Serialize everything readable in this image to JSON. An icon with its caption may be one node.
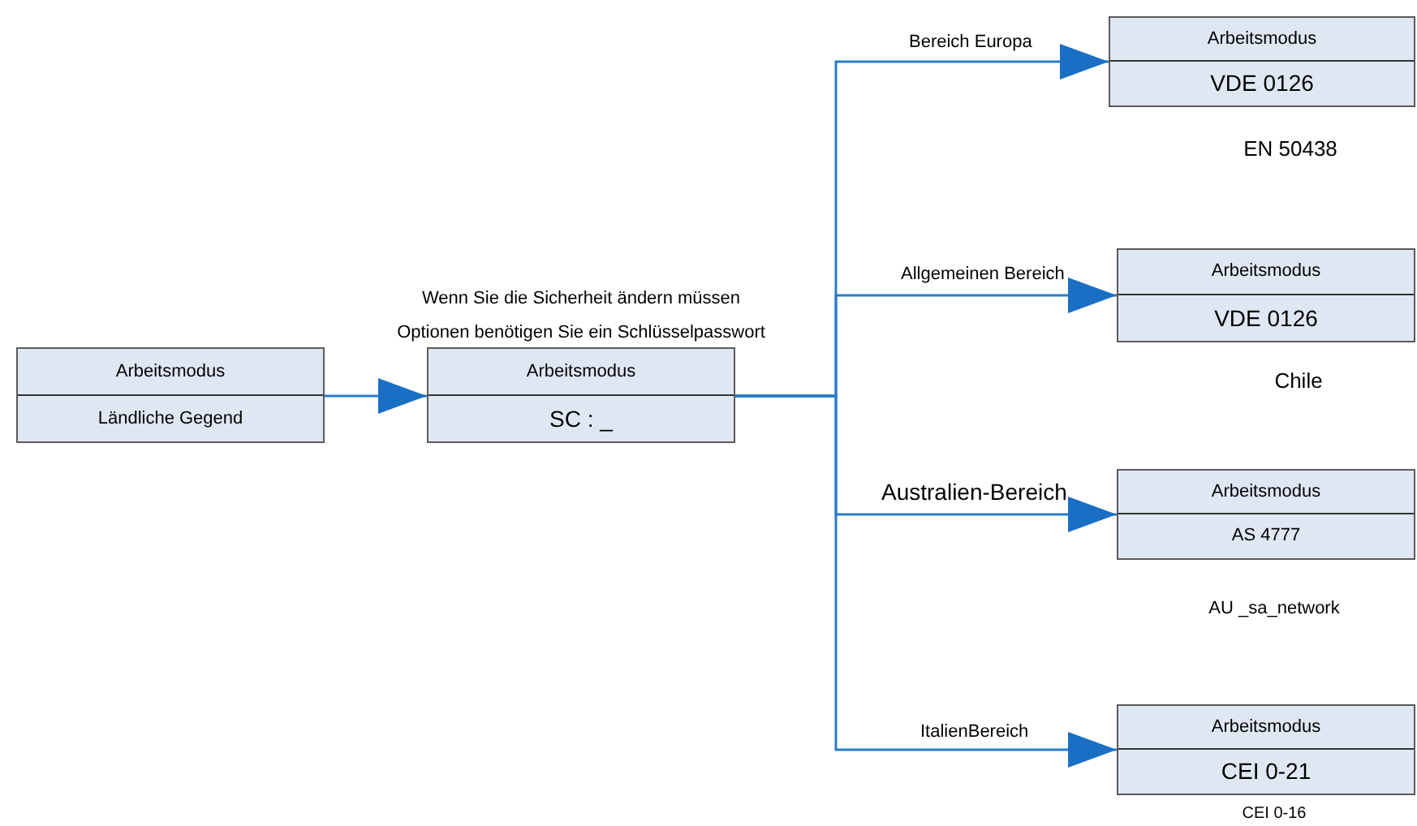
{
  "diagram": {
    "nodes": [
      {
        "text": [
          "Arbeitsmodus",
          "Ländliche Gegend"
        ]
      },
      {
        "text": [
          "Arbeitsmodus",
          "SC : _"
        ],
        "beside": [
          "Wenn Sie die Sicherheit ändern müssen",
          "Optionen benötigen Sie ein Schlüsselpasswort"
        ]
      },
      {
        "text": [
          "Arbeitsmodus",
          "VDE 0126"
        ],
        "beside": [
          "EN 50438"
        ]
      },
      {
        "text": [
          "Arbeitsmodus",
          "VDE 0126"
        ],
        "beside": [
          "Chile"
        ]
      },
      {
        "text": [
          "Arbeitsmodus",
          "AS 4777"
        ],
        "beside": [
          "AU _sa_network"
        ]
      },
      {
        "text": [
          "Arbeitsmodus",
          "CEI 0-21"
        ],
        "beside": [
          "CEI 0-16"
        ]
      }
    ],
    "edges": [
      {
        "from": 0,
        "to": 1,
        "arrow": "to"
      },
      {
        "from": 1,
        "to": 2,
        "arrow": "to",
        "label": "Bereich Europa"
      },
      {
        "from": 1,
        "to": 3,
        "arrow": "to",
        "label": "Allgemeinen Bereich"
      },
      {
        "from": 1,
        "to": 4,
        "arrow": "to",
        "label": "Australien-Bereich"
      },
      {
        "from": 1,
        "to": 5,
        "arrow": "to",
        "label": "ItalienBereich"
      }
    ]
  }
}
